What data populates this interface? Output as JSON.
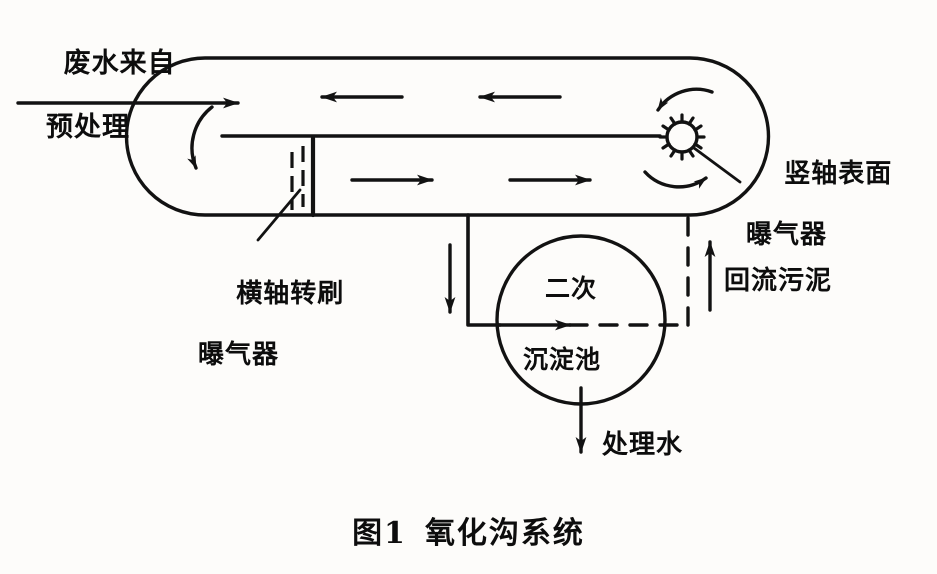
{
  "figure": {
    "caption_number": "图1",
    "caption_title": "氧化沟系统",
    "caption_full": "图1  氧化沟系统"
  },
  "labels": {
    "inflow_line1": "废水来自",
    "inflow_line2": "预处理",
    "vertical_aerator_line1": "竖轴表面",
    "vertical_aerator_line2": "曝气器",
    "brush_aerator_line1": "横轴转刷",
    "brush_aerator_line2": "曝气器",
    "return_sludge": "回流污泥",
    "treated_water": "处理水",
    "settling_tank_line1": "二次",
    "settling_tank_line2": "沉淀池"
  },
  "components": {
    "ditch": {
      "name": "氧化沟",
      "shape": "racetrack-loop",
      "median_wall": true
    },
    "vertical_shaft_aerator": {
      "symbol": "gear-rotor",
      "teeth": 12,
      "position": "right-end"
    },
    "horizontal_brush_aerator": {
      "symbol": "dashed-bar",
      "position": "lower-channel-left"
    },
    "secondary_settling_tank": {
      "symbol": "circle",
      "position": "below-ditch"
    }
  },
  "flow": {
    "upper_channel_direction": "left",
    "lower_channel_direction": "right",
    "inlet_direction": "right",
    "to_settler_direction": "down",
    "return_sludge_direction": "up",
    "effluent_direction": "down",
    "solid_line_meaning": "水流",
    "dashed_line_meaning": "回流污泥"
  },
  "style": {
    "ink": "#121212",
    "paper": "#fdfcfa",
    "stroke_width": 3.4
  }
}
